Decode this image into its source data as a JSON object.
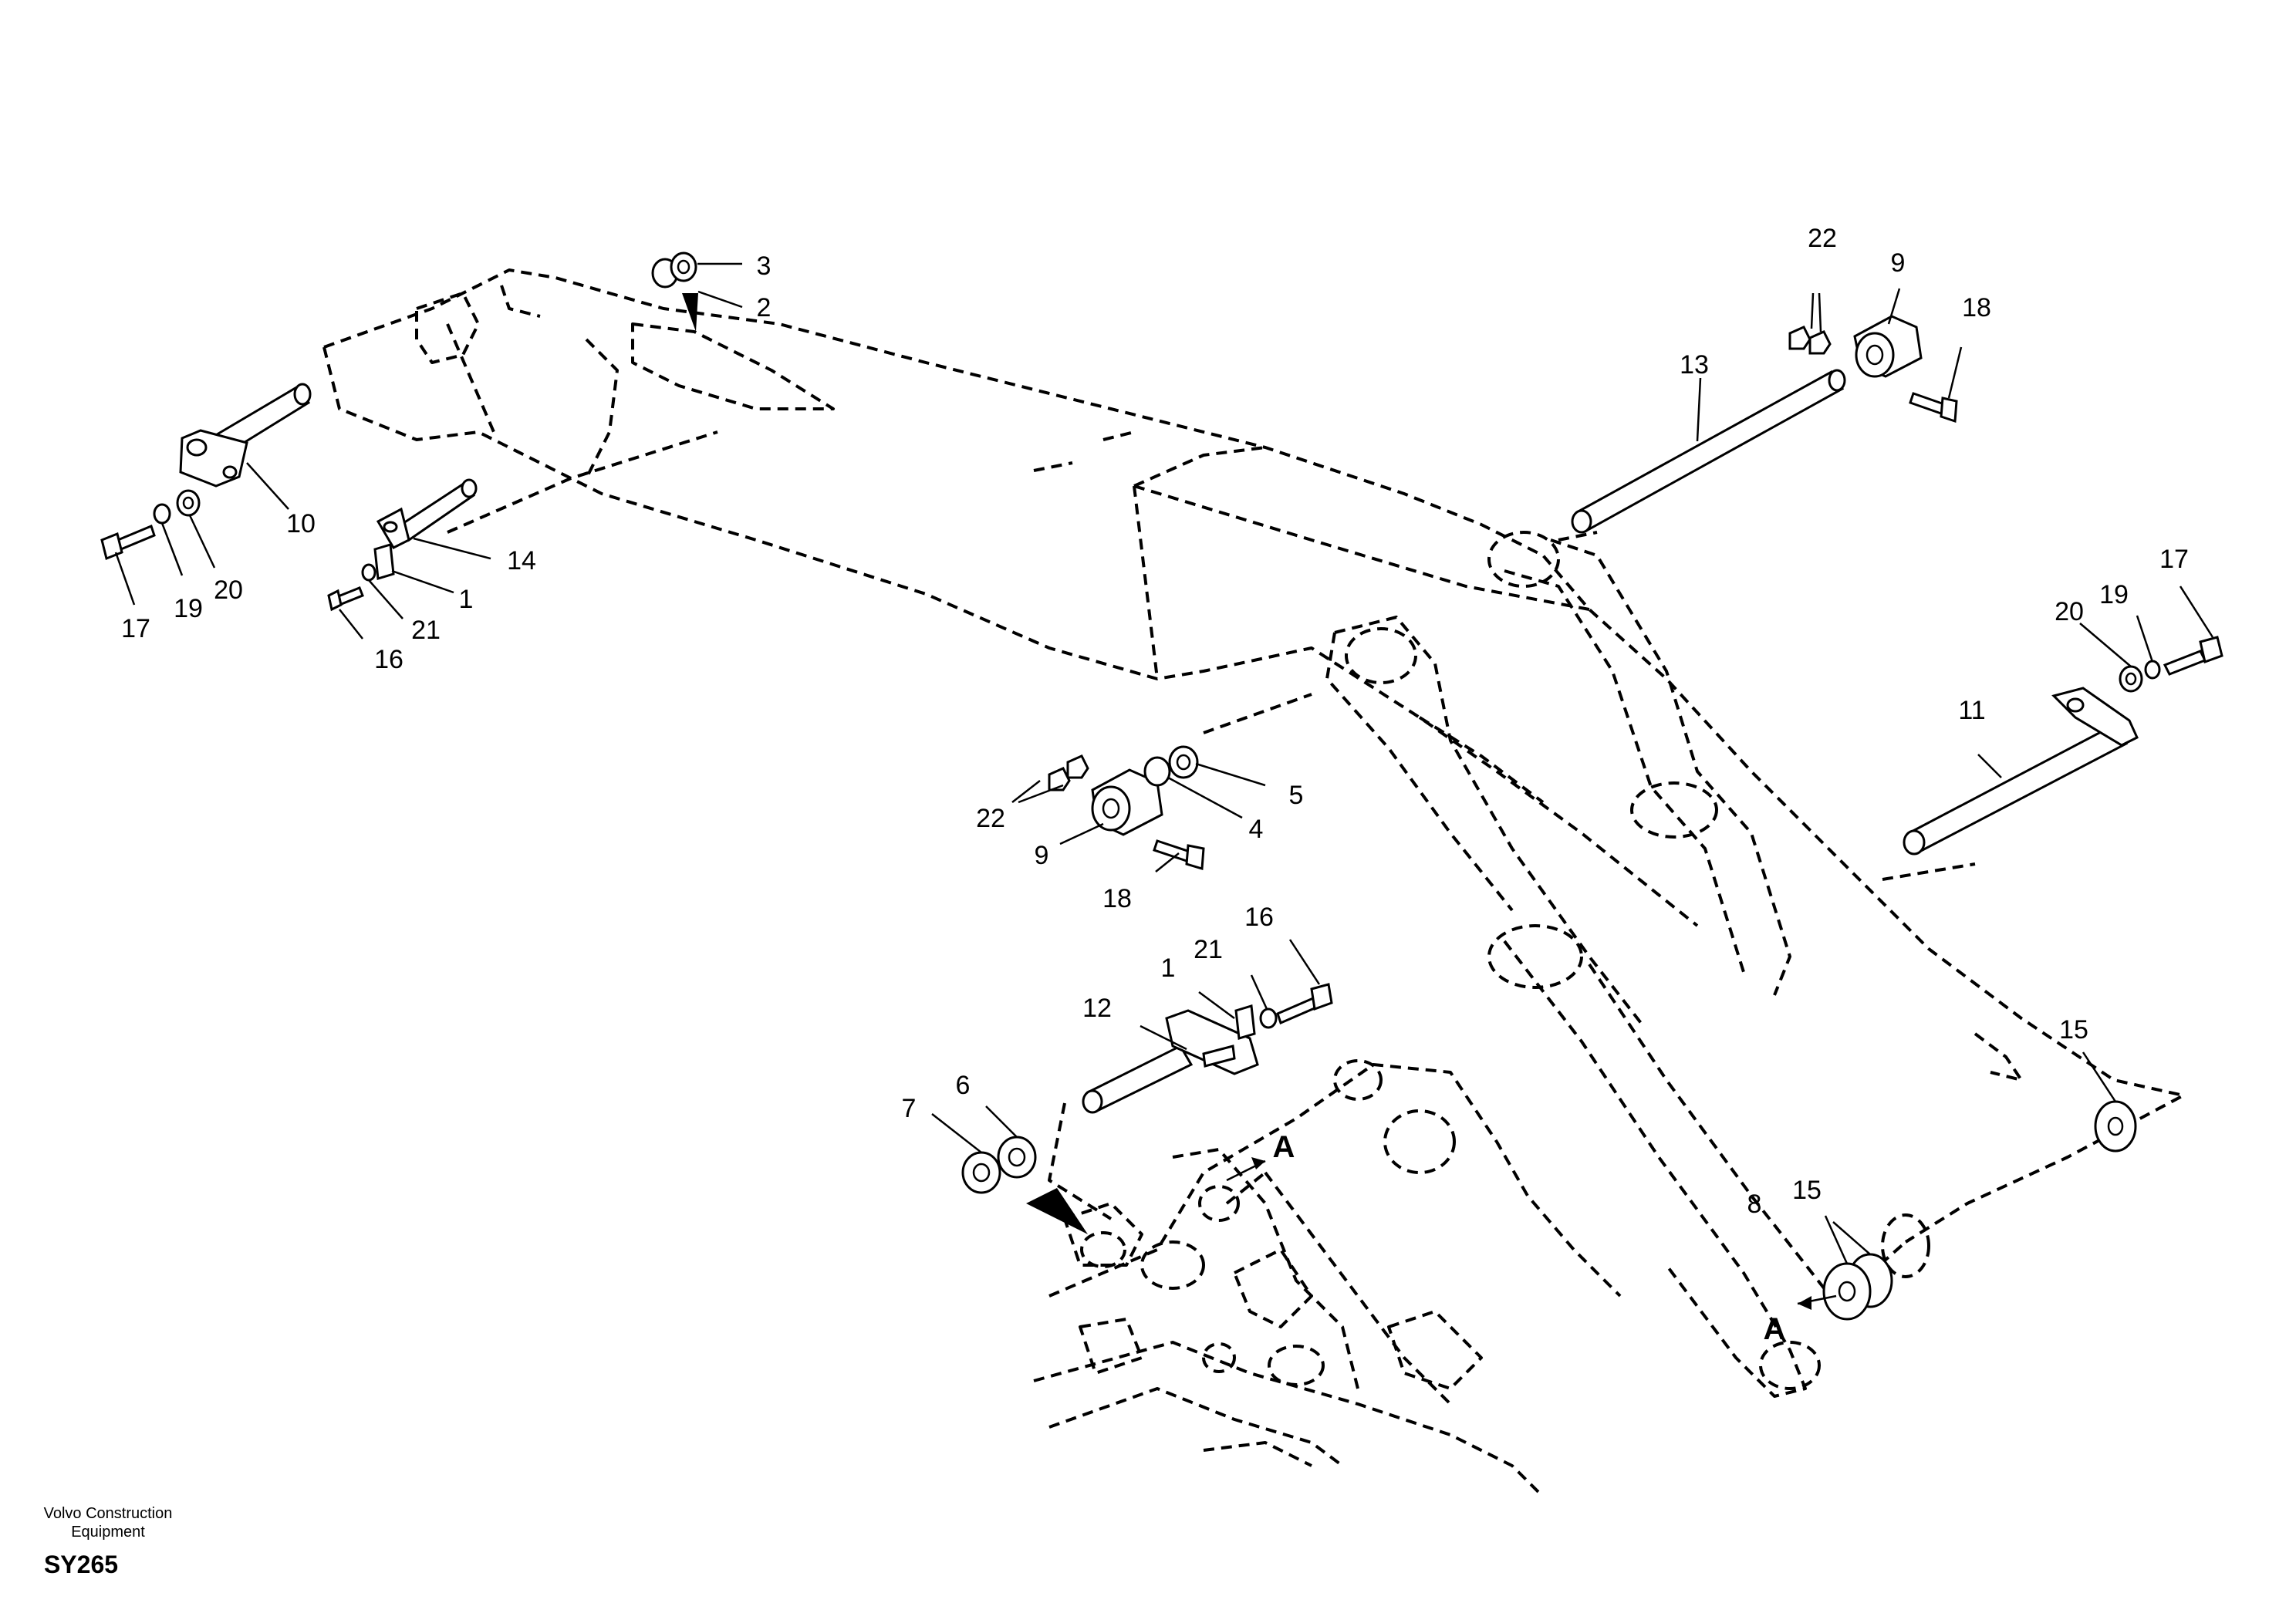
{
  "callouts": {
    "c1a": "1",
    "c1b": "1",
    "c2": "2",
    "c3": "3",
    "c4": "4",
    "c5": "5",
    "c6": "6",
    "c7": "7",
    "c8": "8",
    "c9a": "9",
    "c9b": "9",
    "c10": "10",
    "c11": "11",
    "c12": "12",
    "c13": "13",
    "c14": "14",
    "c15a": "15",
    "c15b": "15",
    "c16a": "16",
    "c16b": "16",
    "c17a": "17",
    "c17b": "17",
    "c18a": "18",
    "c18b": "18",
    "c19a": "19",
    "c19b": "19",
    "c20a": "20",
    "c20b": "20",
    "c21a": "21",
    "c21b": "21",
    "c22a": "22",
    "c22b": "22"
  },
  "view_markers": {
    "a1": "A",
    "a2": "A"
  },
  "footer": {
    "company_line1": "Volvo Construction",
    "company_line2": "Equipment",
    "code": "SY265"
  }
}
